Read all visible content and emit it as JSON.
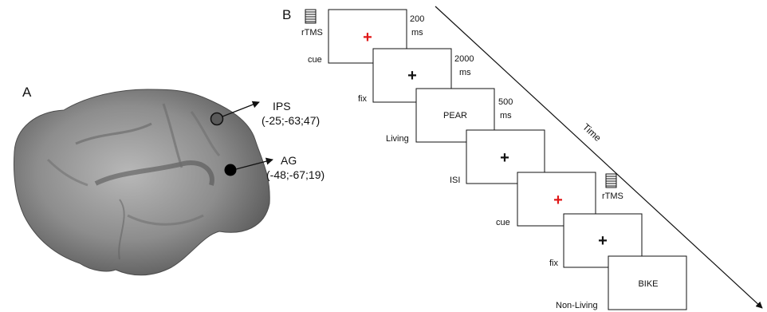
{
  "panel_a": {
    "letter": "A",
    "sites": [
      {
        "name": "IPS",
        "coords": "(-25;-63;47)"
      },
      {
        "name": "AG",
        "coords": "(-48;-67;19)"
      }
    ]
  },
  "panel_b": {
    "letter": "B",
    "time_label": "Time",
    "rtms_label": "rTMS",
    "trials": [
      {
        "screens": [
          {
            "label": "cue",
            "content": "+",
            "duration": [
              "200",
              "ms"
            ]
          },
          {
            "label": "fix",
            "content": "+",
            "duration": [
              "2000",
              "ms"
            ]
          },
          {
            "label": "Living",
            "content": "PEAR",
            "duration": [
              "500",
              "ms"
            ]
          }
        ]
      },
      {
        "screens": [
          {
            "label": "ISI",
            "content": "+"
          },
          {
            "label": "cue",
            "content": "+"
          },
          {
            "label": "fix",
            "content": "+"
          },
          {
            "label": "Non-Living",
            "content": "BIKE"
          }
        ]
      }
    ]
  },
  "colors": {
    "cue_cross": "#e01818",
    "text": "#111111"
  }
}
